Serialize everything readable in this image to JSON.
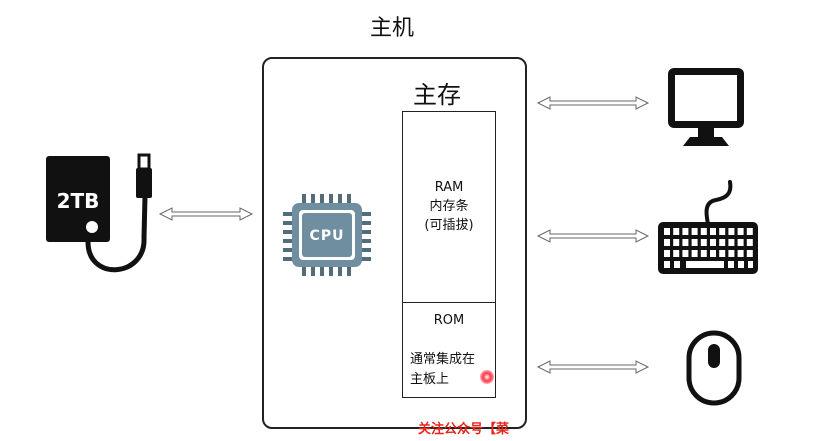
{
  "host": {
    "title": "主机",
    "memory_title": "主存",
    "ram": {
      "line1": "RAM",
      "line2": "内存条",
      "line3": "(可插拔)"
    },
    "rom": {
      "title": "ROM",
      "desc_line1": "通常集成在",
      "desc_line2": "主板上"
    },
    "cpu_label": "CPU"
  },
  "external_disk": {
    "label": "2TB"
  },
  "watermark": "关注公众号【菜",
  "peripherals": [
    {
      "icon": "monitor-icon"
    },
    {
      "icon": "keyboard-icon"
    },
    {
      "icon": "mouse-icon"
    }
  ],
  "colors": {
    "cpu_fill": "#6f8fa0",
    "cpu_pins": "#536c7a",
    "watermark": "#e8261c"
  }
}
